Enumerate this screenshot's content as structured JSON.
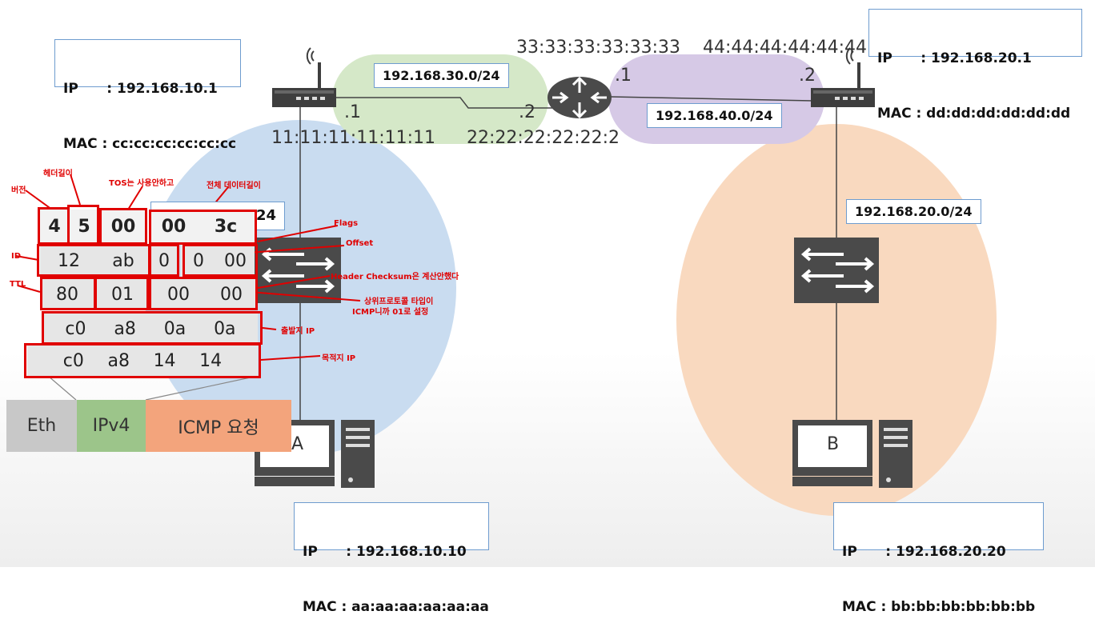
{
  "hosts": {
    "router_a": {
      "ip_line": "IP      : 192.168.10.1",
      "mac_line": "MAC : cc:cc:cc:cc:cc:cc"
    },
    "router_b": {
      "ip_line": "IP      : 192.168.20.1",
      "mac_line": "MAC : dd:dd:dd:dd:dd:dd"
    },
    "pc_a": {
      "ip_line": "IP      : 192.168.10.10",
      "mac_line": "MAC : aa:aa:aa:aa:aa:aa",
      "letter": "A"
    },
    "pc_b": {
      "ip_line": "IP      : 192.168.20.20",
      "mac_line": "MAC : bb:bb:bb:bb:bb:bb",
      "letter": "B"
    }
  },
  "networks": {
    "net30": "192.168.30.0/24",
    "net40": "192.168.40.0/24",
    "net20": "192.168.20.0/24",
    "net10_partial": "/24"
  },
  "interfaces": {
    "mac_11": "11:11:11:11:11:11",
    "mac_22": "22:22:22:22:22:2",
    "mac_33": "33:33:33:33:33:33",
    "mac_44": "44:44:44:44:44:44",
    "r1_if": ".1",
    "r2_left_if": ".2",
    "r2_right_if": ".1",
    "r3_if": ".2"
  },
  "ip_header": {
    "version": "4",
    "ihl": "5",
    "tos": "00",
    "len_hi": "00",
    "len_lo": "3c",
    "id_hi": "12",
    "id_lo": "ab",
    "flags": "0",
    "off_a": "0",
    "off_b": "00",
    "ttl": "80",
    "proto": "01",
    "cks_hi": "00",
    "cks_lo": "00",
    "src": [
      "c0",
      "a8",
      "0a",
      "0a"
    ],
    "dst": [
      "c0",
      "a8",
      "14",
      "14"
    ]
  },
  "annotations": {
    "version": "버전",
    "header_len": "헤더길이",
    "tos": "TOS는 사용안하고",
    "total_len": "전체 데이터길이",
    "flags": "Flags",
    "offset": "Offset",
    "id": "ID",
    "checksum": "Header Checksum은 계산안했다",
    "ttl": "TTL",
    "protocol_1": "상위프로토콜 타입이",
    "protocol_2": "ICMP니까 01로 설정",
    "src_ip": "출발지 IP",
    "dst_ip": "목적지 IP"
  },
  "packet": {
    "eth": "Eth",
    "ipv4": "IPv4",
    "icmp": "ICMP 요청"
  },
  "colors": {
    "annotation": "#e00000",
    "net_blue": "#c9dcf0",
    "net_orange": "#f9d9bf",
    "net_green": "#d5e8c8",
    "net_purple": "#d6c9e6",
    "seg_eth": "#c8c8c8",
    "seg_ipv4": "#9cc58a",
    "seg_icmp": "#f3a47c"
  }
}
